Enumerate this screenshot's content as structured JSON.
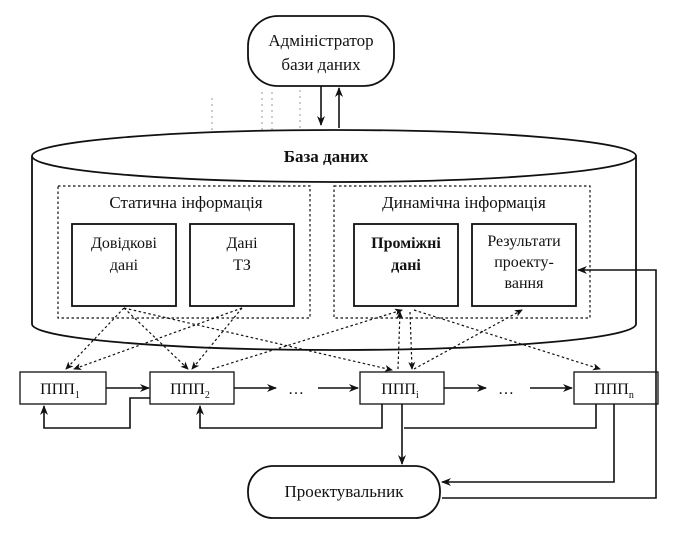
{
  "nodes": {
    "admin": [
      "Адміністратор",
      "бази даних"
    ],
    "database": "База даних",
    "static_group": "Статична інформація",
    "dynamic_group": "Динамічна інформація",
    "reference": [
      "Довідкові",
      "дані"
    ],
    "tz": [
      "Дані",
      "ТЗ"
    ],
    "intermediate": [
      "Проміжні",
      "дані"
    ],
    "results": [
      "Результати",
      "проекту-",
      "вання"
    ],
    "designer": "Проектувальник"
  },
  "ppp": [
    {
      "base": "ППП",
      "sub": "1"
    },
    {
      "base": "ППП",
      "sub": "2"
    },
    {
      "base": "ППП",
      "sub": "i"
    },
    {
      "base": "ППП",
      "sub": "n"
    }
  ],
  "ellipsis": "…"
}
